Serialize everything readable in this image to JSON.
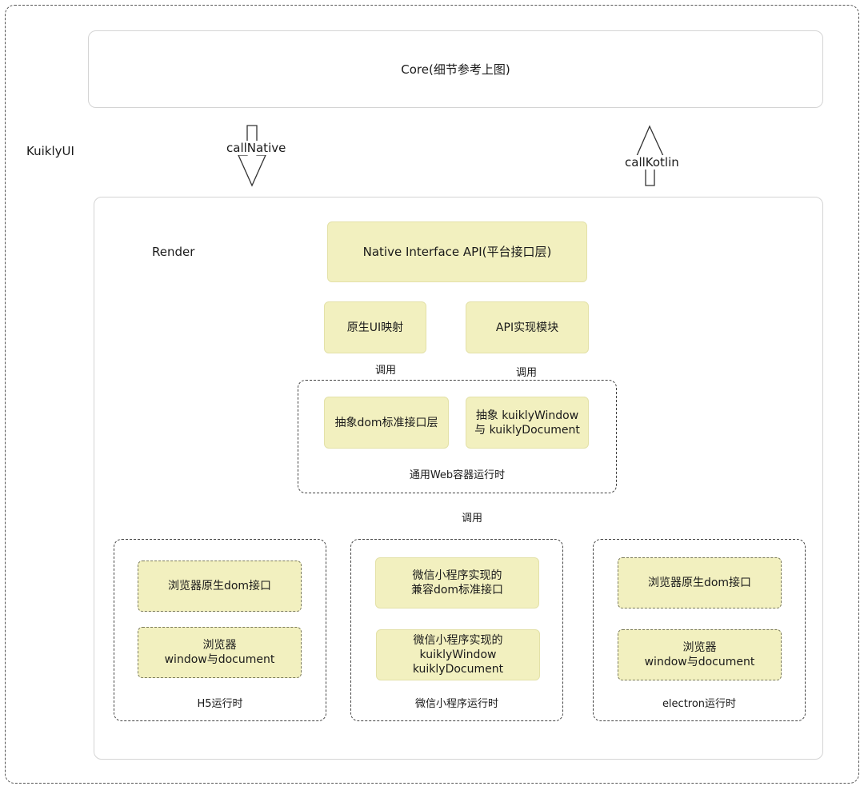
{
  "outer_label": "KuiklyUI",
  "core": {
    "label": "Core(细节参考上图)"
  },
  "arrows": {
    "call_native": "callNative",
    "call_kotlin": "callKotlin"
  },
  "render": {
    "label": "Render",
    "native_interface": "Native Interface API(平台接口层)",
    "native_ui_mapping": "原生UI映射",
    "api_module": "API实现模块",
    "call_label_left": "调用",
    "call_label_right": "调用",
    "call_label_bottom": "调用",
    "web_container": {
      "label": "通用Web容器运行时",
      "abstract_dom": "抽象dom标准接口层",
      "abstract_window_line1": "抽象 kuiklyWindow",
      "abstract_window_line2": "与 kuiklyDocument"
    },
    "runtimes": [
      {
        "label": "H5运行时",
        "box1_line1": "浏览器原生dom接口",
        "box1_line2": "",
        "box2_line1": "浏览器",
        "box2_line2": "window与document",
        "box2_line3": ""
      },
      {
        "label": "微信小程序运行时",
        "box1_line1": "微信小程序实现的",
        "box1_line2": "兼容dom标准接口",
        "box2_line1": "微信小程序实现的",
        "box2_line2": "kuiklyWindow",
        "box2_line3": "kuiklyDocument"
      },
      {
        "label": "electron运行时",
        "box1_line1": "浏览器原生dom接口",
        "box1_line2": "",
        "box2_line1": "浏览器",
        "box2_line2": "window与document",
        "box2_line3": ""
      }
    ]
  }
}
